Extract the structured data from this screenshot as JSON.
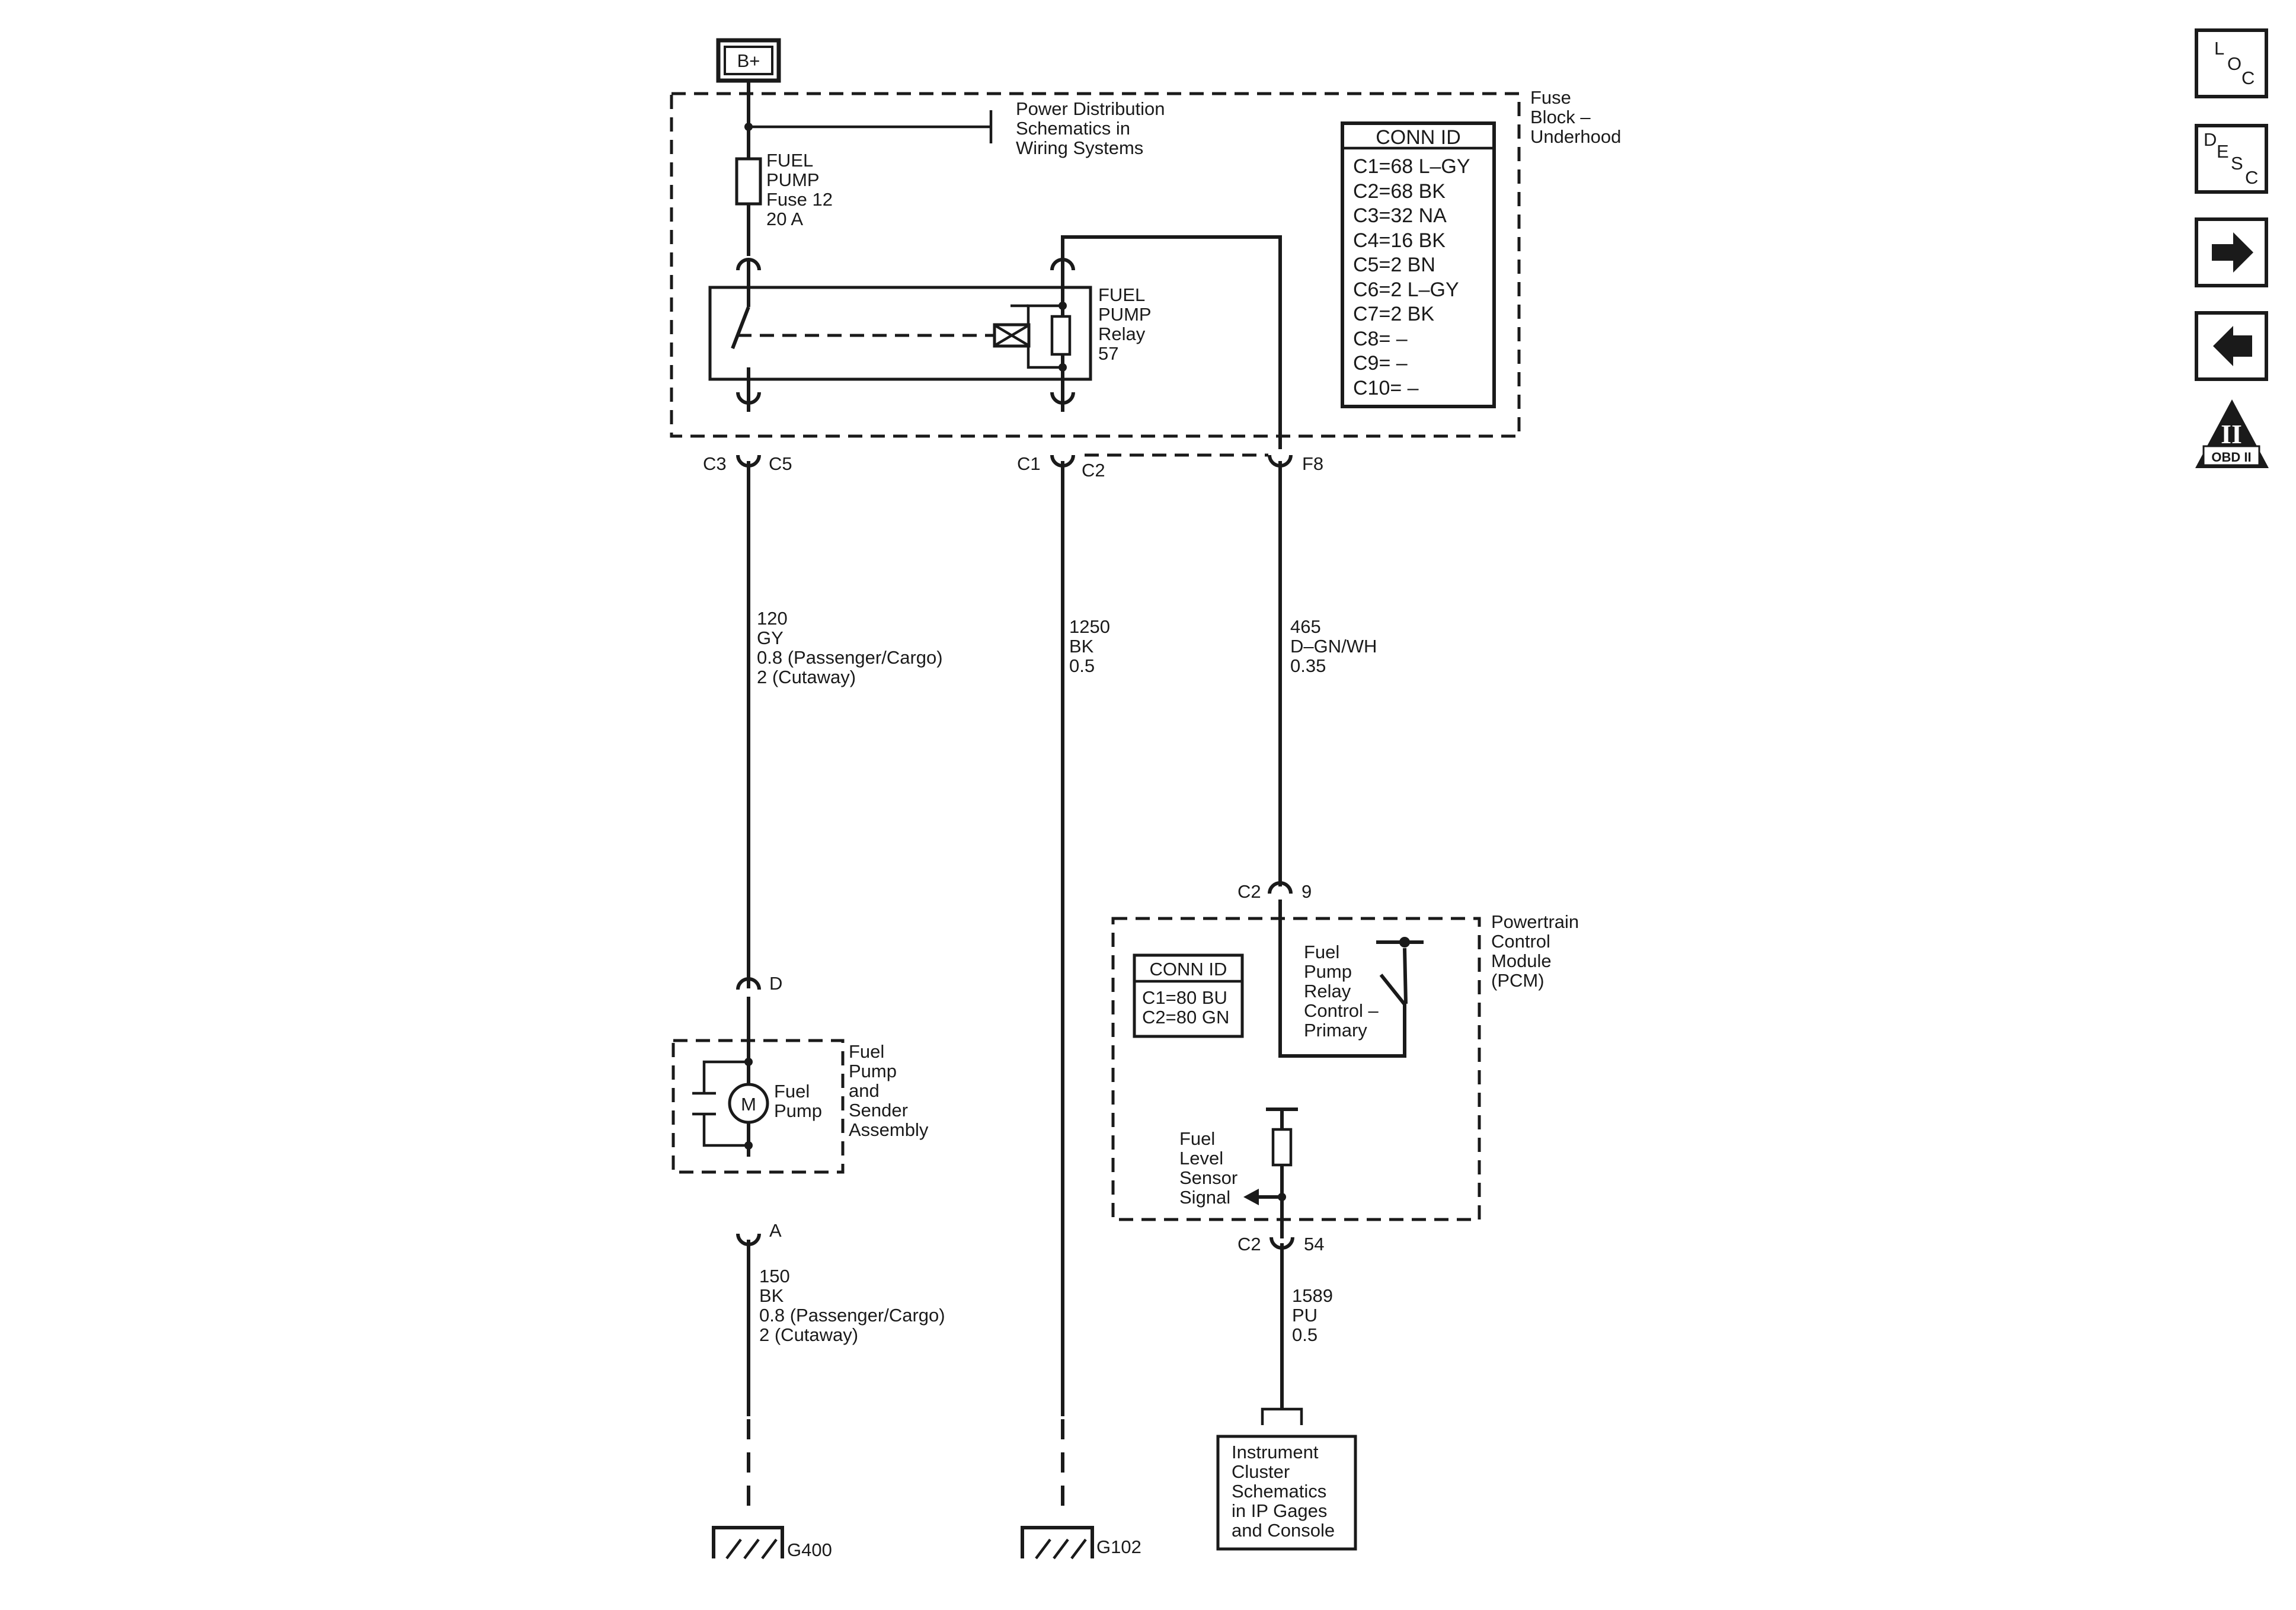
{
  "power_source": "B+",
  "fuse_block": {
    "title_lines": [
      "Fuse",
      "Block –",
      "Underhood"
    ],
    "power_dist_lines": [
      "Power Distribution",
      "Schematics in",
      "Wiring Systems"
    ],
    "fuse_lines": [
      "FUEL",
      "PUMP",
      "Fuse 12",
      "20 A"
    ],
    "relay_lines": [
      "FUEL",
      "PUMP",
      "Relay",
      "57"
    ],
    "conn_id": {
      "header": "CONN ID",
      "rows": [
        "C1=68 L–GY",
        "C2=68 BK",
        "C3=32 NA",
        "C4=16 BK",
        "C5=2 BN",
        "C6=2 L–GY",
        "C7=2 BK",
        "C8= –",
        "C9= –",
        "C10= –"
      ]
    },
    "connectors": {
      "c3": "C3",
      "c5": "C5",
      "c1": "C1",
      "c2": "C2",
      "f8": "F8"
    }
  },
  "wires": {
    "w120": [
      "120",
      "GY",
      "0.8 (Passenger/Cargo)",
      "2 (Cutaway)"
    ],
    "w1250": [
      "1250",
      "BK",
      "0.5"
    ],
    "w465": [
      "465",
      "D–GN/WH",
      "0.35"
    ],
    "w150": [
      "150",
      "BK",
      "0.8 (Passenger/Cargo)",
      "2 (Cutaway)"
    ],
    "w1589": [
      "1589",
      "PU",
      "0.5"
    ]
  },
  "fuel_pump_assembly": {
    "title_lines": [
      "Fuel",
      "Pump",
      "and",
      "Sender",
      "Assembly"
    ],
    "motor_symbol": "M",
    "motor_label_lines": [
      "Fuel",
      "Pump"
    ],
    "conn_d": "D",
    "conn_a": "A"
  },
  "pcm": {
    "title_lines": [
      "Powertrain",
      "Control",
      "Module",
      "(PCM)"
    ],
    "conn_id": {
      "header": "CONN ID",
      "rows": [
        "C1=80 BU",
        "C2=80 GN"
      ]
    },
    "relay_control_lines": [
      "Fuel",
      "Pump",
      "Relay",
      "Control –",
      "Primary"
    ],
    "sensor_lines": [
      "Fuel",
      "Level",
      "Sensor",
      "Signal"
    ],
    "c2_9": {
      "conn": "C2",
      "pin": "9"
    },
    "c2_54": {
      "conn": "C2",
      "pin": "54"
    }
  },
  "instrument_cluster_lines": [
    "Instrument",
    "Cluster",
    "Schematics",
    "in IP Gages",
    "and Console"
  ],
  "grounds": {
    "g400": "G400",
    "g102": "G102"
  },
  "nav": {
    "loc": [
      "L",
      "O",
      "C"
    ],
    "desc": [
      "D",
      "E",
      "S",
      "C"
    ],
    "obd_numeral": "II",
    "obd_label": "OBD II"
  },
  "nav_icons": [
    "loc-icon",
    "desc-icon",
    "next-arrow-icon",
    "back-arrow-icon",
    "obd-ii-icon"
  ]
}
